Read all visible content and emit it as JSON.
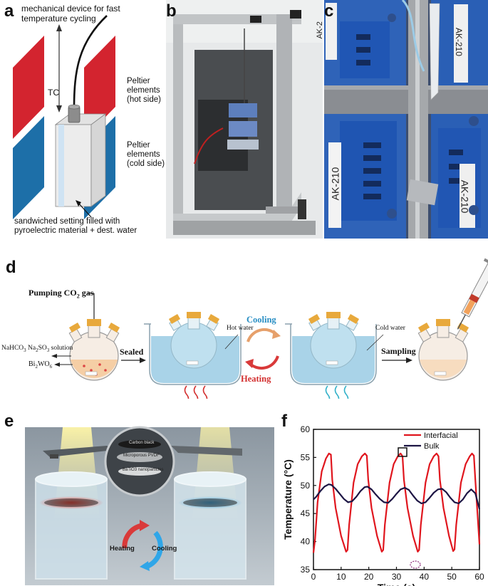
{
  "panels": {
    "a": {
      "label": "a",
      "title_line1": "mechanical device for fast",
      "title_line2": "temperature cycling",
      "tc": "TC",
      "hot_line1": "Peltier",
      "hot_line2": "elements",
      "hot_line3": "(hot side)",
      "cold_line1": "Peltier",
      "cold_line2": "elements",
      "cold_line3": "(cold side)",
      "bottom_line1": "sandwiched setting filled with",
      "bottom_line2": "pyroelectric material + dest. water"
    },
    "b": {
      "label": "b"
    },
    "c": {
      "label": "c",
      "tag1": "AK-2",
      "tag2": "AK-210",
      "tag3": "AK-210",
      "tag4": "AK-210"
    },
    "d": {
      "label": "d",
      "pumping": "Pumping CO",
      "pumping_sub": "2",
      "pumping_tail": " gas",
      "solution": "NaHCO",
      "solution_sub1": "3",
      "solution_mid": " Na",
      "solution_sub2": "2",
      "solution_mid2": "SO",
      "solution_sub3": "3",
      "solution_tail": " solution",
      "catalyst": "Bi",
      "catalyst_sub1": "2",
      "catalyst_mid": "WO",
      "catalyst_sub2": "6",
      "sealed": "Sealed",
      "hot_water": "Hot water",
      "cooling": "Cooling",
      "heating": "Heating",
      "cold_water": "Cold water",
      "sampling": "Sampling"
    },
    "e": {
      "label": "e",
      "layer1": "Carbon black",
      "layer2": "Microporous PVDF",
      "layer3": "BaTiO3 nanoparticles",
      "heating": "Heating",
      "cooling": "Cooling"
    },
    "f": {
      "label": "f"
    }
  },
  "colors": {
    "peltier_hot": "#d3242f",
    "peltier_cold": "#1d6fa8",
    "interfacial": "#e0161e",
    "bulk": "#1d1544",
    "water": "#a9d3e8",
    "heating_text": "#d32f2f",
    "cooling_text": "#2a8fc4"
  },
  "chart_data": {
    "type": "line",
    "xlabel": "Time (s)",
    "ylabel": "Temperature (°C)",
    "xlim": [
      0,
      60
    ],
    "ylim": [
      35,
      60
    ],
    "x_ticks": [
      0,
      10,
      20,
      30,
      40,
      50,
      60
    ],
    "y_ticks": [
      35,
      40,
      45,
      50,
      55,
      60
    ],
    "legend_position": "top-right",
    "series": [
      {
        "name": "Interfacial",
        "color": "#e0161e",
        "x": [
          0,
          0.6,
          1.5,
          3,
          4.5,
          5.6,
          6.3,
          6.8,
          8,
          10,
          11.8,
          12.3,
          12.9,
          14.5,
          16,
          17.5,
          18.6,
          19.3,
          19.8,
          21,
          23,
          24.7,
          25.2,
          25.8,
          27.5,
          29,
          30.5,
          31.5,
          32.2,
          32.7,
          34,
          36,
          37.7,
          38.2,
          38.8,
          40.5,
          42,
          43.5,
          44.5,
          45.2,
          45.7,
          47,
          49,
          50.5,
          51,
          51.6,
          53.3,
          55,
          56.5,
          57.3,
          58,
          58.5,
          60
        ],
        "y": [
          38,
          40.5,
          47,
          52.5,
          54.8,
          55.7,
          55.5,
          51,
          46,
          41,
          38.2,
          38.5,
          43,
          50.5,
          53.8,
          55.2,
          55.7,
          55.3,
          51,
          46,
          41,
          38.2,
          38.5,
          43,
          50.5,
          53.8,
          55.2,
          55.7,
          55.2,
          51,
          46,
          41,
          38.2,
          38.5,
          43,
          50.5,
          53.8,
          55.2,
          55.7,
          55.2,
          51,
          46,
          41,
          38.3,
          38.6,
          43,
          50.5,
          53.8,
          55.2,
          55.7,
          55.3,
          51,
          39.5
        ]
      },
      {
        "name": "Bulk",
        "color": "#1d1544",
        "x": [
          0,
          1,
          2.5,
          4,
          5.5,
          6.5,
          8,
          9.5,
          11,
          12.5,
          14,
          15.5,
          17,
          18.5,
          19.5,
          21,
          22.5,
          24,
          25.5,
          27,
          28.5,
          30,
          31.5,
          33,
          34.5,
          36,
          37.5,
          39,
          40.5,
          42,
          43.5,
          45,
          46.5,
          48,
          49.5,
          51,
          52.5,
          54,
          55.5,
          57,
          58.5,
          60
        ],
        "y": [
          47.5,
          48,
          49,
          49.8,
          50.2,
          50.1,
          49.4,
          48.5,
          47.6,
          47,
          47.2,
          48,
          49,
          49.7,
          49.8,
          49.3,
          48.4,
          47.6,
          47,
          46.9,
          47.6,
          48.5,
          49.3,
          49.6,
          49.2,
          48.2,
          47.3,
          46.8,
          47,
          47.8,
          48.7,
          49.3,
          49.4,
          48.8,
          47.8,
          47,
          46.8,
          47.5,
          48.6,
          49.3,
          48.6,
          45.8
        ]
      }
    ]
  }
}
